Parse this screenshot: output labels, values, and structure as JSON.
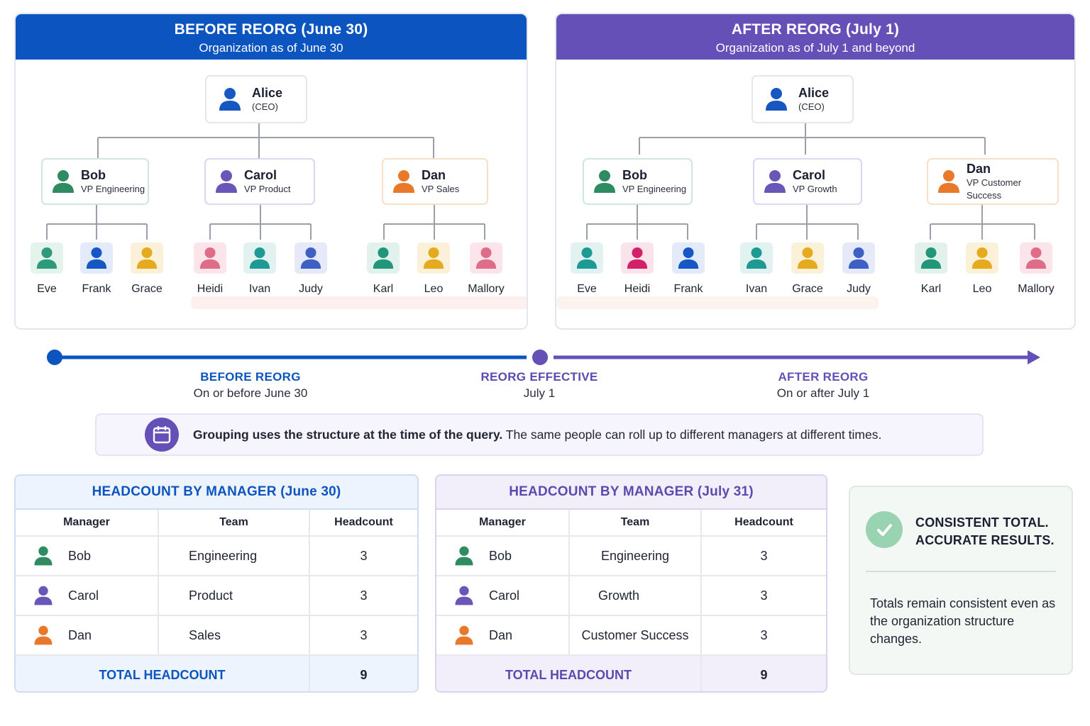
{
  "colors": {
    "before_accent": "#0c55c0",
    "after_accent": "#6550b7",
    "engineering_green": "#2e8b62",
    "product_purple": "#6a55b8",
    "sales_orange": "#e8782a",
    "check_green": "#9ad3b1"
  },
  "before": {
    "title": "BEFORE REORG (June 30)",
    "subtitle": "Organization as of June 30",
    "ceo": {
      "name": "Alice",
      "role": "(CEO)"
    },
    "vps": [
      {
        "name": "Bob",
        "role": "VP Engineering",
        "color": "green"
      },
      {
        "name": "Carol",
        "role": "VP Product",
        "color": "purple"
      },
      {
        "name": "Dan",
        "role": "VP Sales",
        "color": "orange"
      }
    ],
    "employees": [
      "Eve",
      "Frank",
      "Grace",
      "Heidi",
      "Ivan",
      "Judy",
      "Karl",
      "Leo",
      "Mallory"
    ]
  },
  "after": {
    "title": "AFTER REORG (July 1)",
    "subtitle": "Organization as of July 1 and beyond",
    "ceo": {
      "name": "Alice",
      "role": "(CEO)"
    },
    "vps": [
      {
        "name": "Bob",
        "role": "VP Engineering",
        "color": "green"
      },
      {
        "name": "Carol",
        "role": "VP Growth",
        "color": "purple"
      },
      {
        "name": "Dan",
        "role": "VP Customer Success",
        "color": "orange"
      }
    ],
    "employees": [
      "Eve",
      "Heidi",
      "Frank",
      "Ivan",
      "Grace",
      "Judy",
      "Karl",
      "Leo",
      "Mallory"
    ]
  },
  "timeline": {
    "before": {
      "label": "BEFORE REORG",
      "sub": "On or before June 30"
    },
    "effective": {
      "label": "REORG EFFECTIVE",
      "sub": "July 1"
    },
    "after": {
      "label": "AFTER REORG",
      "sub": "On or after July 1"
    }
  },
  "banner": {
    "icon": "calendar-icon",
    "bold": "Grouping uses the structure at the time of the query.",
    "rest": " The same people can roll up to different managers at different times."
  },
  "table_before": {
    "title": "HEADCOUNT BY MANAGER (June 30)",
    "columns": [
      "Manager",
      "Team",
      "Headcount"
    ],
    "rows": [
      {
        "manager": "Bob",
        "team": "Engineering",
        "headcount": "3"
      },
      {
        "manager": "Carol",
        "team": "Product",
        "headcount": "3"
      },
      {
        "manager": "Dan",
        "team": "Sales",
        "headcount": "3"
      }
    ],
    "total_label": "TOTAL HEADCOUNT",
    "total_value": "9"
  },
  "table_after": {
    "title": "HEADCOUNT BY MANAGER (July 31)",
    "columns": [
      "Manager",
      "Team",
      "Headcount"
    ],
    "rows": [
      {
        "manager": "Bob",
        "team": "Engineering",
        "headcount": "3"
      },
      {
        "manager": "Carol",
        "team": "Growth",
        "headcount": "3"
      },
      {
        "manager": "Dan",
        "team": "Customer Success",
        "headcount": "3"
      }
    ],
    "total_label": "TOTAL HEADCOUNT",
    "total_value": "9"
  },
  "summary": {
    "icon": "check-circle-icon",
    "heading_line1": "CONSISTENT TOTAL.",
    "heading_line2": "ACCURATE RESULTS.",
    "body": "Totals remain consistent even as the organization structure changes."
  }
}
